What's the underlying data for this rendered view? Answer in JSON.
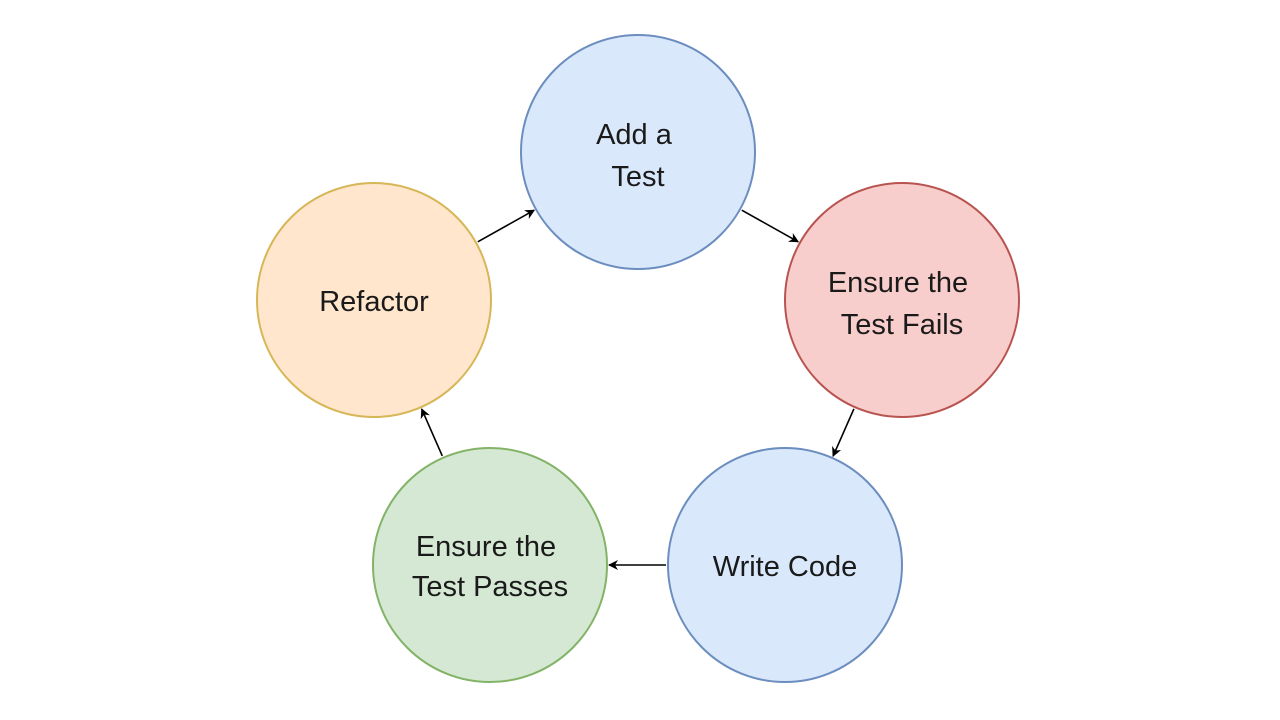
{
  "nodes": [
    {
      "id": "add",
      "lines": [
        "Add a",
        "Test"
      ],
      "fill": "#dae8fc",
      "stroke": "#6c8ebf"
    },
    {
      "id": "fails",
      "lines": [
        "Ensure the",
        "Test Fails"
      ],
      "fill": "#f8cecc",
      "stroke": "#b85450"
    },
    {
      "id": "write",
      "lines": [
        "Write Code"
      ],
      "fill": "#dae8fc",
      "stroke": "#6c8ebf"
    },
    {
      "id": "passes",
      "lines": [
        "Ensure the",
        "Test Passes"
      ],
      "fill": "#d5e8d4",
      "stroke": "#82b366"
    },
    {
      "id": "refactor",
      "lines": [
        "Refactor"
      ],
      "fill": "#ffe6cc",
      "stroke": "#d6b656"
    }
  ],
  "edges": [
    {
      "from": "add",
      "to": "fails"
    },
    {
      "from": "fails",
      "to": "write"
    },
    {
      "from": "write",
      "to": "passes"
    },
    {
      "from": "passes",
      "to": "refactor"
    },
    {
      "from": "refactor",
      "to": "add"
    }
  ],
  "edge_color": "#000000"
}
